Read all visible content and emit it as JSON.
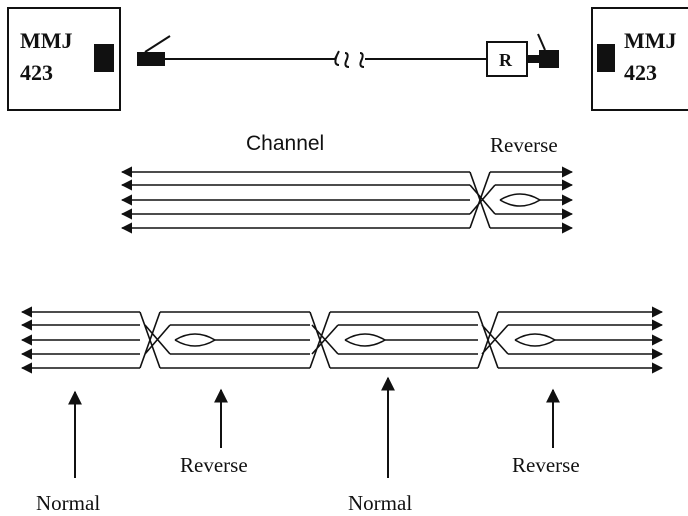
{
  "top": {
    "left_device": {
      "line1": "MMJ",
      "line2": "423"
    },
    "right_device": {
      "line1": "MMJ",
      "line2": "423"
    },
    "reverser_label": "R"
  },
  "middle": {
    "channel_label": "Channel",
    "reverse_label": "Reverse"
  },
  "bottom": {
    "labels": [
      {
        "text": "Normal"
      },
      {
        "text": "Reverse"
      },
      {
        "text": "Normal"
      },
      {
        "text": "Reverse"
      }
    ]
  }
}
